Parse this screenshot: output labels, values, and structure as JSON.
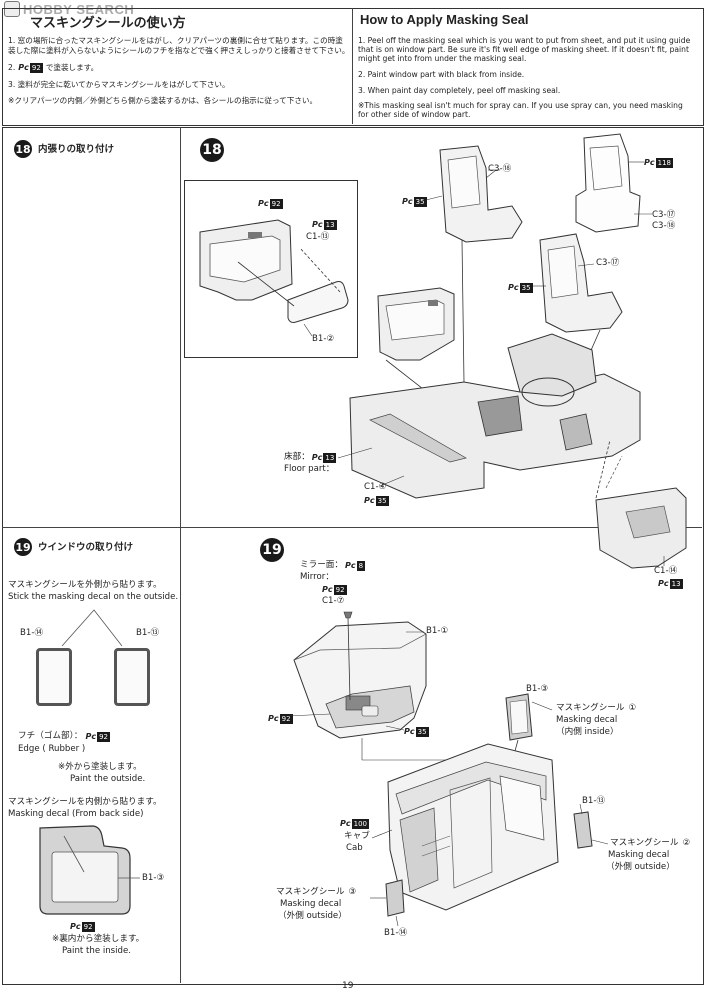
{
  "logo": {
    "text": "HOBBY SEARCH"
  },
  "header_left": {
    "title": "マスキングシールの使い方",
    "lines": [
      "1. 窓の場所に合ったマスキングシールをはがし、クリアパーツの裏側に合せて貼ります。この時塗",
      "装した際に塗料が入らないようにシールのフチを指などで強く押さえしっかりと接着させて下さい。",
      "2.",
      "で塗装します。",
      "3. 塗料が完全に乾いてからマスキングシールをはがして下さい。",
      "※クリアパーツの内側／外側どちら側から塗装するかは、各シールの指示に従って下さい。"
    ],
    "pc_code": "92"
  },
  "header_right": {
    "title": "How to Apply Masking Seal",
    "lines": [
      "1. Peel off the masking seal which is you want to put from sheet, and put it using guide",
      "that is on window part. Be sure it's fit well edge of masking sheet. If it doesn't fit, paint",
      "might get into from under the masking seal.",
      "2. Paint window part with black from inside.",
      "3. When paint day completely, peel off masking seal.",
      "※This masking seal isn't much for spray can. If you use spray can, you need masking",
      "for other side of window part."
    ]
  },
  "step18_left": {
    "number": "18",
    "title": "内張りの取り付け"
  },
  "step19_left": {
    "number": "19",
    "title": "ウインドウの取り付け",
    "outside_jp": "マスキングシールを外側から貼ります。",
    "outside_en": "Stick the masking decal on the outside.",
    "label_b1_14": "B1-⑭",
    "label_b1_13": "B1-⑬",
    "edge_jp": "フチ（ゴム部）：",
    "edge_en": "Edge ( Rubber )",
    "edge_pc": "92",
    "paint_outside_jp": "※外から塗装します。",
    "paint_outside_en": "Paint the outside.",
    "inside_jp": "マスキングシールを内側から貼ります。",
    "inside_en": "Masking decal (From back side)",
    "label_b1_3": "B1-③",
    "inside_pc": "92",
    "paint_inside_jp": "※裏内から塗装します。",
    "paint_inside_en": "Paint the inside."
  },
  "step18_main": {
    "number": "18",
    "pc_92": "92",
    "pc_13a": "13",
    "c1_13": "C1-⑬",
    "b1_2": "B1-②",
    "pc_35a": "35",
    "c3_18a": "C3-⑱",
    "pc_118": "118",
    "c3_17a": "C3-⑰",
    "c3_18b": "C3-⑱",
    "c3_17b": "C3-⑰",
    "pc_35b": "35",
    "floor_jp": "床部：",
    "floor_pc": "13",
    "floor_en": "Floor part：",
    "c1_4": "C1-④",
    "pc_35c": "35",
    "c1_14": "C1-⑭",
    "pc_13b": "13"
  },
  "step19_main": {
    "number": "19",
    "mirror_jp": "ミラー面：",
    "mirror_pc": "8",
    "mirror_en": "Mirror：",
    "pc_92a": "92",
    "c1_7": "C1-⑦",
    "b1_1": "B1-①",
    "pc_92b": "92",
    "pc_35": "35",
    "b1_3": "B1-③",
    "md1_jp": "マスキングシール",
    "md1_num": "①",
    "md1_en": "Masking decal",
    "md1_side": "（内側 inside）",
    "b1_13": "B1-⑬",
    "pc_100": "100",
    "cab_jp": "キャブ",
    "cab_en": "Cab",
    "md2_jp": "マスキングシール",
    "md2_num": "②",
    "md2_en": "Masking decal",
    "md2_side": "（外側 outside）",
    "md3_jp": "マスキングシール",
    "md3_num": "③",
    "md3_en": "Masking decal",
    "md3_side": "（外側 outside）",
    "b1_14": "B1-⑭"
  },
  "page_number": "19"
}
